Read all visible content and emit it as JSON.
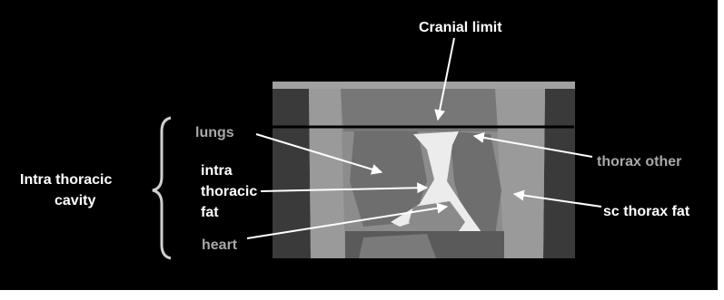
{
  "labels": {
    "cranial_limit": "Cranial limit",
    "lungs": "lungs",
    "intra_thoracic_fat_line1": "intra",
    "intra_thoracic_fat_line2": "thoracic",
    "intra_thoracic_fat_line3": "fat",
    "heart": "heart",
    "thorax_other": "thorax other",
    "sc_thorax_fat": "sc thorax fat",
    "cavity_line1": "Intra thoracic",
    "cavity_line2": "cavity"
  },
  "colors": {
    "background": "#000000",
    "page_margin": "#ffffff",
    "label_white": "#ffffff",
    "label_gray": "#a8a8a8",
    "scan_tissue_gray": "#8c8c8c",
    "scan_lung_gray": "#6e6e6e",
    "scan_fat_white": "#ececec",
    "scan_dark": "#2e2e2e",
    "cranial_line": "#000000"
  }
}
